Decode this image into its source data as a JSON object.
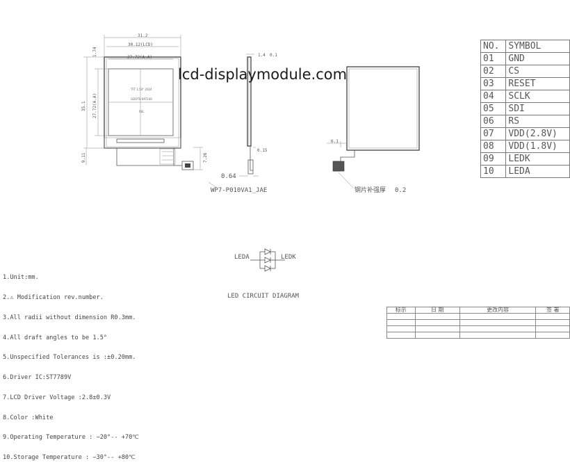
{
  "watermark": "lcd-displaymodule.com",
  "front_view": {
    "dim_width_total": "31.2",
    "dim_width_lcd": "30.12(LCD)",
    "dim_width_aa": "27.72(A.A)",
    "dim_height_total": "35.1",
    "dim_height_aa": "27.72(A.A)",
    "dim_top_offset": "1.74",
    "dim_bottom": "9.11",
    "dim_fpc": "7.26",
    "screen_text_1": "TFT 1.54\" 2024",
    "screen_text_2": "GDOTS-0AT240",
    "screen_text_3": "REL"
  },
  "side_view": {
    "dim_thickness": "1.4",
    "dim_thickness_tol": "0.1",
    "dim_fpc_thick": "0.15",
    "dim_bottom": "0.64",
    "part_no": "WP7-P010VA1_JAE"
  },
  "back_view": {
    "dim_left": "6.1",
    "stiffener_label": "钢片补强厚",
    "stiffener_value": "0.2"
  },
  "pin_table": {
    "header_no": "NO.",
    "header_symbol": "SYMBOL",
    "rows": [
      {
        "no": "01",
        "symbol": "GND"
      },
      {
        "no": "02",
        "symbol": "CS"
      },
      {
        "no": "03",
        "symbol": "RESET"
      },
      {
        "no": "04",
        "symbol": "SCLK"
      },
      {
        "no": "05",
        "symbol": "SDI"
      },
      {
        "no": "06",
        "symbol": "RS"
      },
      {
        "no": "07",
        "symbol": "VDD(2.8V)"
      },
      {
        "no": "08",
        "symbol": "VDD(1.8V)"
      },
      {
        "no": "09",
        "symbol": "LEDK"
      },
      {
        "no": "10",
        "symbol": "LEDA"
      }
    ]
  },
  "led_circuit": {
    "left_label": "LEDA",
    "right_label": "LEDK",
    "title": "LED CIRCUIT DIAGRAM"
  },
  "notes": [
    "1.Unit:mm.",
    "2.⚠ Modification rev.number.",
    "3.All radii without dimension R0.3mm.",
    "4.All draft angles to be 1.5°",
    "5.Unspecified Tolerances is :±0.20mm.",
    "6.Driver IC:ST7789V",
    "7.LCD Driver Voltage :2.8±0.3V",
    "8.Color :White",
    "9.Operating Temperature : −20°-- +70℃",
    "10.Storage Temperature : −30°-- +80℃"
  ],
  "revision_table": {
    "headers": [
      "标示",
      "日 期",
      "更改内容",
      "签 署"
    ]
  }
}
